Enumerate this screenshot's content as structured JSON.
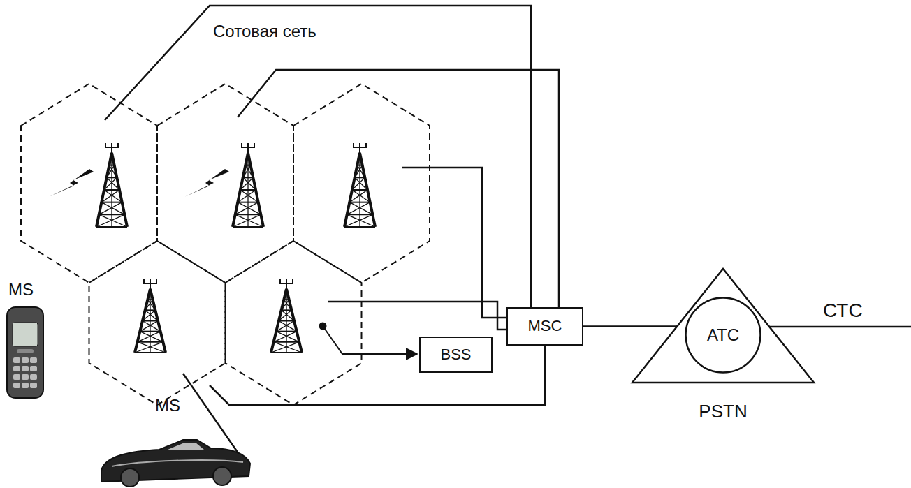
{
  "diagram": {
    "nodes": [
      {
        "text": [
          "MSC"
        ]
      },
      {
        "text": [
          "PSTN"
        ]
      },
      {
        "text": [
          "АТС"
        ],
        "in": 1
      },
      {
        "text": [
          "BSS"
        ]
      }
    ],
    "edges": [
      {
        "from": 0,
        "to": 1,
        "arrow": "none"
      }
    ],
    "labels": [
      "Сотовая сеть",
      "MS",
      "MS",
      "СТС"
    ]
  }
}
